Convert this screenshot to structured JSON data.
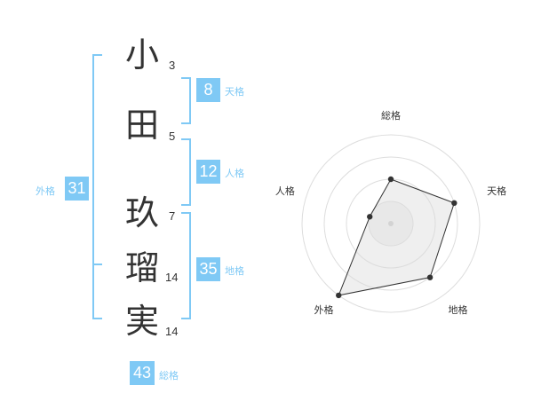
{
  "name": {
    "chars": [
      {
        "char": "小",
        "strokes": "3"
      },
      {
        "char": "田",
        "strokes": "5"
      },
      {
        "char": "玖",
        "strokes": "7"
      },
      {
        "char": "瑠",
        "strokes": "14"
      },
      {
        "char": "実",
        "strokes": "14"
      }
    ]
  },
  "fortune": {
    "tenkaku": {
      "value": "8",
      "label": "天格"
    },
    "jinkaku": {
      "value": "12",
      "label": "人格"
    },
    "chikaku": {
      "value": "35",
      "label": "地格"
    },
    "gaikaku": {
      "value": "31",
      "label": "外格"
    },
    "soukaku": {
      "value": "43",
      "label": "総格"
    }
  },
  "colors": {
    "accent": "#7fc9f5",
    "text": "#333333",
    "ring": "#dddddd",
    "fill": "#eeeeee"
  },
  "chart_data": {
    "type": "radar",
    "axes": [
      "総格",
      "天格",
      "地格",
      "外格",
      "人格"
    ],
    "rings": 4,
    "values": [
      2,
      3,
      3,
      4,
      1
    ],
    "max": 4
  }
}
